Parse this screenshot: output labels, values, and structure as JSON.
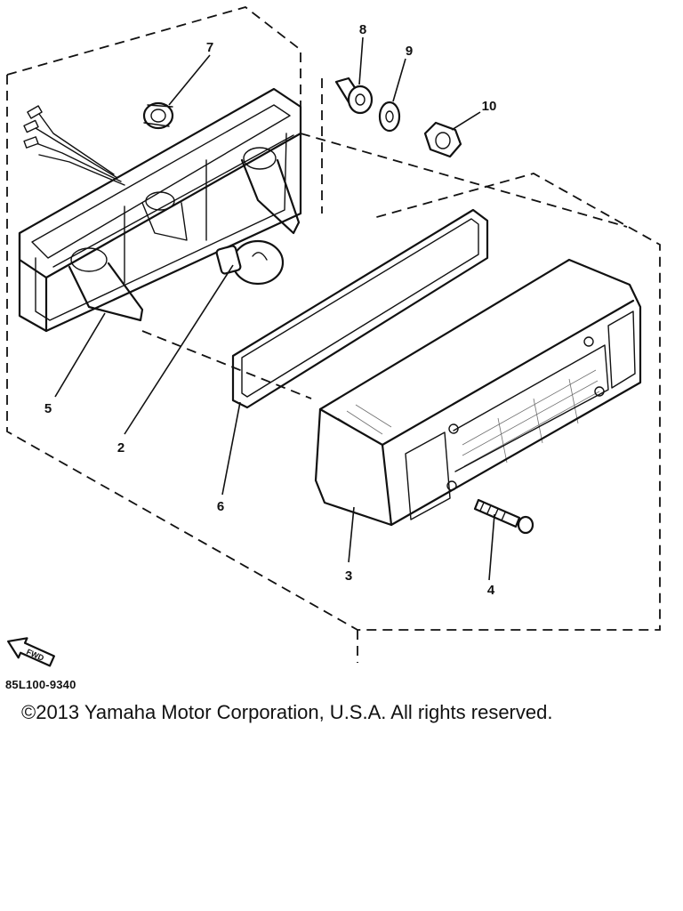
{
  "diagram": {
    "callouts": [
      {
        "id": "1-7",
        "label": "7"
      },
      {
        "id": "1-8",
        "label": "8"
      },
      {
        "id": "1-9",
        "label": "9"
      },
      {
        "id": "1-10",
        "label": "10"
      },
      {
        "id": "1-5",
        "label": "5"
      },
      {
        "id": "1-2",
        "label": "2"
      },
      {
        "id": "1-6",
        "label": "6"
      },
      {
        "id": "1-3",
        "label": "3"
      },
      {
        "id": "1-4",
        "label": "4"
      }
    ],
    "fwd_label": "FWD",
    "part_code": "85L100-9340"
  },
  "footer": {
    "copyright": "©2013 Yamaha Motor Corporation, U.S.A. All rights reserved."
  }
}
